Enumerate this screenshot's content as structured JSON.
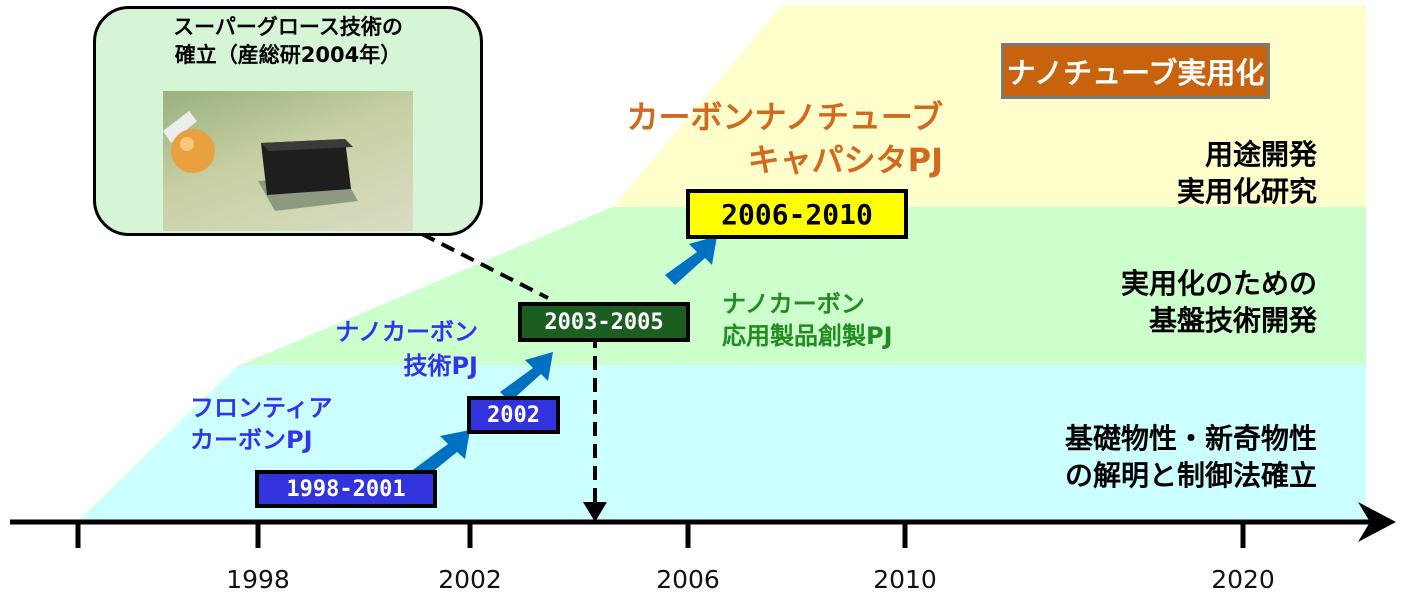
{
  "callout": {
    "title_line1": "スーパーグロース技術の",
    "title_line2": "確立（産総研2004年）"
  },
  "stages": {
    "top_tag": "ナノチューブ実用化",
    "top_line1": "用途開発",
    "top_line2": "実用化研究",
    "mid_line1": "実用化のための",
    "mid_line2": "基盤技術開発",
    "bottom_line1": "基礎物性・新奇物性",
    "bottom_line2": "の解明と制御法確立"
  },
  "projects": [
    {
      "name_line1": "フロンティア",
      "name_line2": "カーボンPJ",
      "period": "1998-2001",
      "color": "#3333dd"
    },
    {
      "name_line1": "ナノカーボン",
      "name_line2": "技術PJ",
      "period": "2002",
      "color": "#3333dd"
    },
    {
      "name_line1": "ナノカーボン",
      "name_line2": "応用製品創製PJ",
      "period": "2003-2005",
      "color": "#1b5e20"
    },
    {
      "name_line1": "カーボンナノチューブ",
      "name_line2": "キャパシタPJ",
      "period": "2006-2010",
      "color": "#c8620c"
    }
  ],
  "timeline": {
    "years": [
      "1998",
      "2002",
      "2006",
      "2010",
      "2020"
    ]
  },
  "colors": {
    "band_bottom": "#ccffff",
    "band_mid": "#ccffcc",
    "band_top": "#ffffcc",
    "arrow": "#0070c0"
  }
}
